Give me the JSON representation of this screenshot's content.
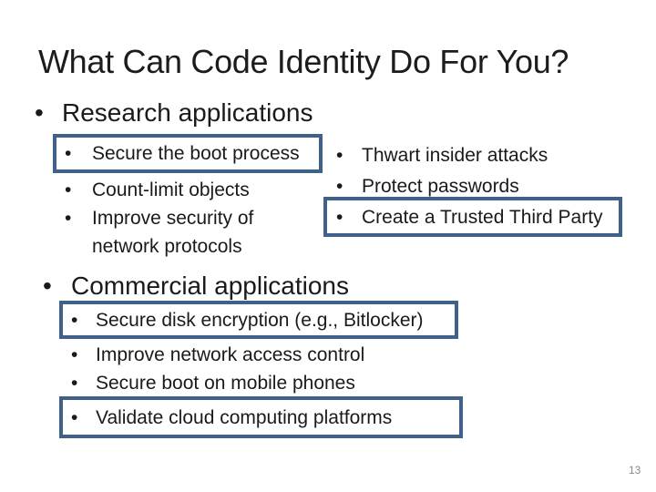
{
  "title": "What Can Code Identity Do For You?",
  "bullet": "•",
  "research": {
    "heading": "Research applications",
    "left": [
      "Secure the boot process",
      "Count-limit objects",
      "Improve security of network protocols"
    ],
    "right": [
      "Thwart insider attacks",
      "Protect passwords",
      "Create a Trusted Third Party"
    ]
  },
  "commercial": {
    "heading": "Commercial applications",
    "items": [
      "Secure disk encryption (e.g., Bitlocker)",
      "Improve network access control",
      "Secure boot on mobile phones",
      "Validate cloud computing platforms"
    ]
  },
  "page_number": "13",
  "colors": {
    "box_border": "#3F618C",
    "text": "#1a1a1a",
    "page_number": "#8a8a8a"
  }
}
